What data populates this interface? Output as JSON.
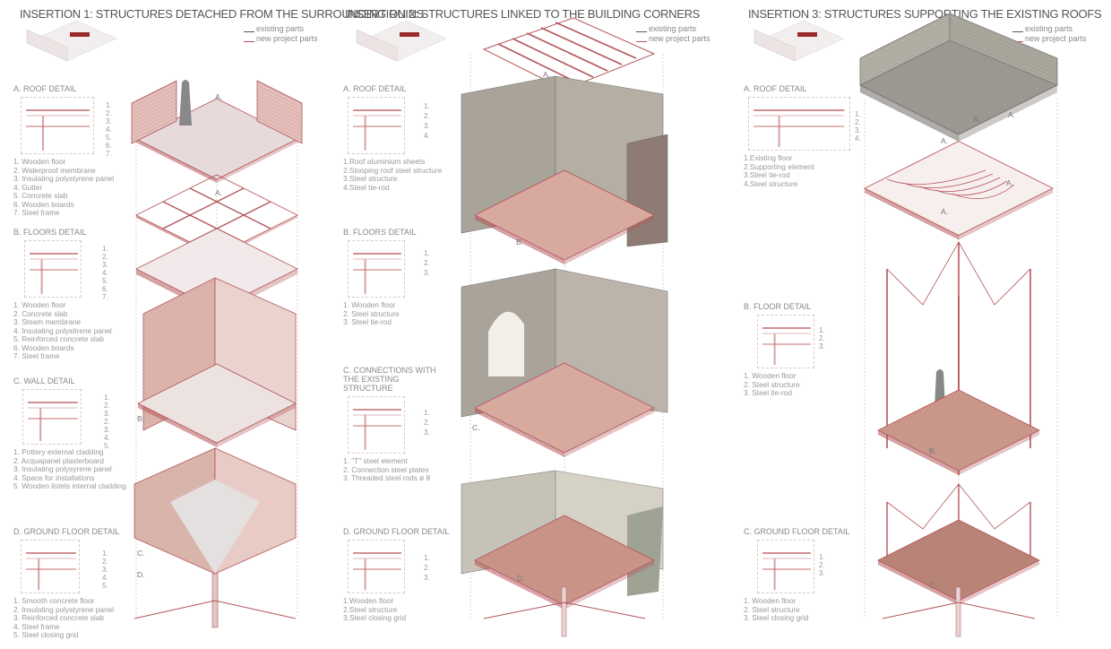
{
  "legend": {
    "existing": "existing parts",
    "new": "new project parts"
  },
  "colors": {
    "new": "#b4555a",
    "new_fill": "#e3c0ba",
    "existing": "#9e9a90",
    "line": "#d8b4b2"
  },
  "insertions": [
    {
      "title": "INSERTION 1: STRUCTURES DETACHED FROM THE SURROUNDING RUINS",
      "details": [
        {
          "heading": "A. ROOF DETAIL",
          "items": [
            "1. Wooden floor",
            "2. Waterproof membrane",
            "3. Insulating polystyrene panel",
            "4. Gutter",
            "5. Concrete slab",
            "6. Wooden boards",
            "7. Steel frame"
          ]
        },
        {
          "heading": "B. FLOORS DETAIL",
          "items": [
            "1. Wooden floor",
            "2. Concrete slab",
            "3. Steam membrane",
            "4. Insulating polystirene panel",
            "5. Reinforced concrete slab",
            "6. Wooden boards",
            "7. Steel frame"
          ]
        },
        {
          "heading": "C. WALL DETAIL",
          "items": [
            "1. Pottery external cladding",
            "2. Acquapanel plasterboard",
            "3. Insulating polysyrene panel",
            "4. Space for installations",
            "5. Wooden listels internal cladding"
          ]
        },
        {
          "heading": "D. GROUND FLOOR DETAIL",
          "items": [
            "1. Smooth concrete floor",
            "2. Insulating polystyrene panel",
            "3. Reinforced concrete slab",
            "4. Steel frame",
            "5. Steel closing grid"
          ]
        }
      ],
      "markers": [
        "A.",
        "A.",
        "B.",
        "C.",
        "D."
      ]
    },
    {
      "title": "INSERTION 2: STRUCTURES LINKED TO THE BUILDING CORNERS",
      "details": [
        {
          "heading": "A. ROOF DETAIL",
          "items": [
            "1.Roof aluminium sheets",
            "2.Slooping roof steel structure",
            "3.Steel structure",
            "4.Steel tie-rod"
          ]
        },
        {
          "heading": "B. FLOORS DETAIL",
          "items": [
            "1. Wooden floor",
            "2. Steel structure",
            "3. Steel tie-rod"
          ]
        },
        {
          "heading": "C. CONNECTIONS WITH THE EXISTING STRUCTURE",
          "items": [
            "1. \"T\" steel element",
            "2. Connection steel plates",
            "3. Threaded steel rods ø 8"
          ]
        },
        {
          "heading": "D. GROUND FLOOR DETAIL",
          "items": [
            "1.Wooden floor",
            "2.Steel structure",
            "3.Steel closing grid"
          ]
        }
      ],
      "markers": [
        "A.",
        "B.",
        "C.",
        "D."
      ]
    },
    {
      "title": "INSERTION 3: STRUCTURES SUPPORTING THE EXISTING ROOFS",
      "details": [
        {
          "heading": "A. ROOF DETAIL",
          "items": [
            "1.Existing floor",
            "2.Supporting element",
            "3.Steel tie-rod",
            "4.Steel structure"
          ]
        },
        {
          "heading": "B. FLOOR DETAIL",
          "items": [
            "1. Wooden floor",
            "2. Steel structure",
            "3. Steel tie-rod"
          ]
        },
        {
          "heading": "C. GROUND FLOOR DETAIL",
          "items": [
            "1. Wooden floor",
            "2. Steel structure",
            "3. Steel closing grid"
          ]
        }
      ],
      "markers": [
        "A.",
        "A.",
        "A.",
        "A.",
        "A.",
        "B.",
        "C."
      ]
    }
  ]
}
